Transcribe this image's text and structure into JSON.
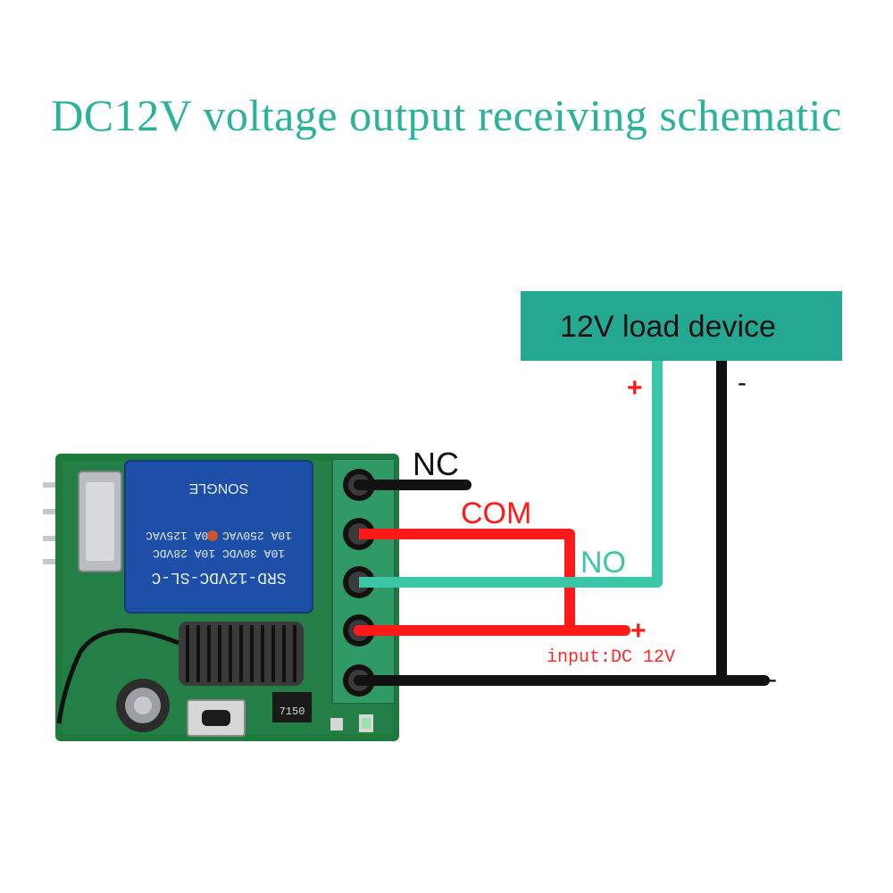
{
  "title": "DC12V voltage output receiving schematic",
  "load_device": {
    "label": "12V load device"
  },
  "terminals": {
    "nc": "NC",
    "com": "COM",
    "no": "NO"
  },
  "signs": {
    "load_plus": "+",
    "load_minus": "-",
    "input_plus": "+",
    "input_minus": "-"
  },
  "input_label": "input:DC 12V",
  "relay": {
    "model": "SRD-12VDC-SL-C",
    "ratings": [
      "10A 30VDC  10A 28VDC",
      "10A 250VAC  10A 125VAC"
    ],
    "brand": "SONGLE"
  },
  "board": {
    "part_code": "7150"
  },
  "colors": {
    "title": "#2bb39a",
    "load_box": "#25a891",
    "no_wire": "#3cc6a8",
    "com_wire": "#ff1a1a",
    "ground_wire": "#111111",
    "pcb": "#1f7a3d",
    "relay": "#1e4fa8",
    "terminal_block": "#2f9a66"
  }
}
